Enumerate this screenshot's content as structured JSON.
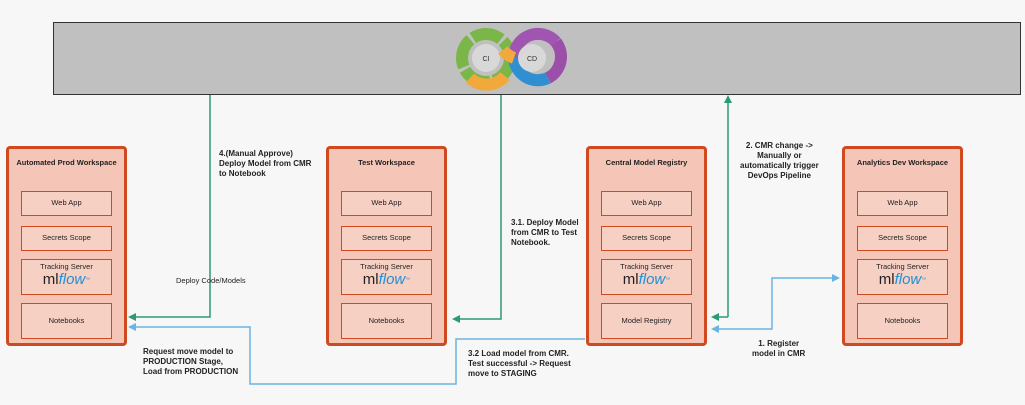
{
  "workspaces": [
    {
      "title": "Automated Prod Workspace",
      "web_app": "Web App",
      "secrets": "Secrets Scope",
      "tracking": "Tracking Server",
      "bottom": "Notebooks"
    },
    {
      "title": "Test Workspace",
      "web_app": "Web App",
      "secrets": "Secrets Scope",
      "tracking": "Tracking Server",
      "bottom": "Notebooks"
    },
    {
      "title": "Central Model Registry",
      "web_app": "Web App",
      "secrets": "Secrets Scope",
      "tracking": "Tracking Server",
      "bottom": "Model Registry"
    },
    {
      "title": "Analytics Dev Workspace",
      "web_app": "Web App",
      "secrets": "Secrets Scope",
      "tracking": "Tracking Server",
      "bottom": "Notebooks"
    }
  ],
  "mlflow": {
    "ml": "ml",
    "flow": "flow"
  },
  "cicd": {
    "ci": "CI",
    "cd": "CD",
    "ci_color": "#7ab648",
    "cd_color": "#a055b0"
  },
  "labels": {
    "step4": [
      "4.(Manual Approve)",
      "Deploy Model from CMR",
      "to Notebook"
    ],
    "deploy": "Deploy Code/Models",
    "step31": [
      "3.1. Deploy Model",
      "from CMR to Test",
      "Notebook."
    ],
    "step2": [
      "2. CMR change ->",
      "Manually or",
      "automatically trigger",
      "DevOps Pipeline"
    ],
    "step1": [
      "1. Register",
      "model in CMR"
    ],
    "step32": [
      "3.2 Load model from CMR.",
      "Test successful -> Request",
      "move to STAGING"
    ],
    "request": [
      "Request move model to",
      "PRODUCTION Stage,",
      "Load from PRODUCTION"
    ]
  },
  "colors": {
    "green_arrow": "#2e9a72",
    "blue_arrow": "#6ab4e3",
    "border": "#cf4a21"
  }
}
